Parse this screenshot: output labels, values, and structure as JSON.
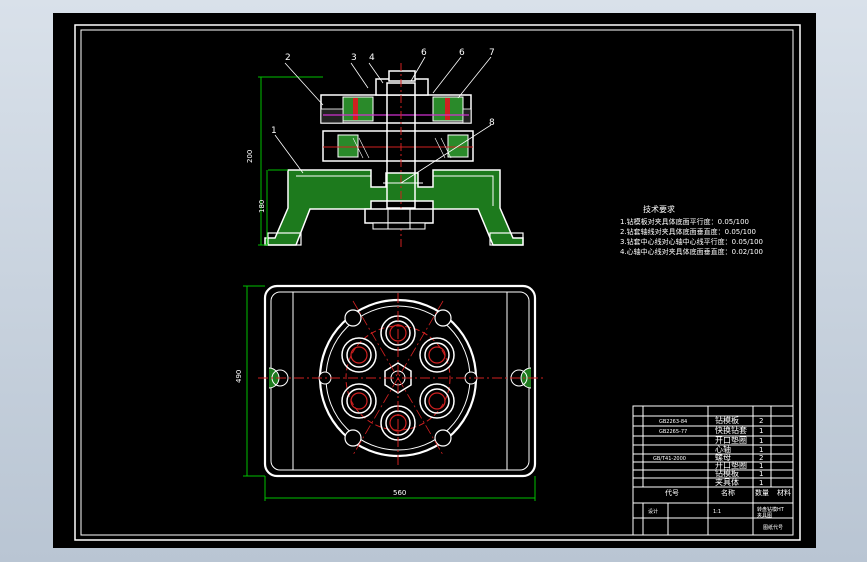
{
  "drawing": {
    "balloons": [
      "1",
      "2",
      "3",
      "4",
      "6",
      "6",
      "7",
      "8"
    ],
    "dims": {
      "height_total": "200",
      "height_base": "180",
      "height_plan": "490",
      "width_plan": "560"
    },
    "tech_req": {
      "title": "技术要求",
      "lines": [
        "1.钻模板对夹具体底面平行度：0.05/100",
        "2.钻套轴线对夹具体底面垂直度：0.05/100",
        "3.钻套中心线对心轴中心线平行度：0.05/100",
        "4.心轴中心线对夹具体底面垂直度：0.02/100"
      ]
    },
    "parts": [
      {
        "code": "GB2263-84",
        "name": "钻模板",
        "qty": "2"
      },
      {
        "code": "GB2265-77",
        "name": "快换钻套",
        "qty": "1"
      },
      {
        "code": "",
        "name": "开口垫圈",
        "qty": "1"
      },
      {
        "code": "",
        "name": "心轴",
        "qty": "1"
      },
      {
        "code": "GB/T41-2000",
        "name": "螺母",
        "qty": "2"
      },
      {
        "code": "",
        "name": "开口垫圈",
        "qty": "1"
      },
      {
        "code": "",
        "name": "钻模板",
        "qty": "1"
      },
      {
        "code": "",
        "name": "夹具体",
        "qty": "1"
      }
    ],
    "headers": {
      "code": "代号",
      "name": "名称",
      "qty": "数量",
      "material": "材料"
    },
    "title_block": {
      "ht": "HT",
      "design": "设计",
      "scale_note": "1:1",
      "title": "转盘钻模",
      "sub": "夹具图",
      "drawing_no": "图纸代号"
    }
  }
}
